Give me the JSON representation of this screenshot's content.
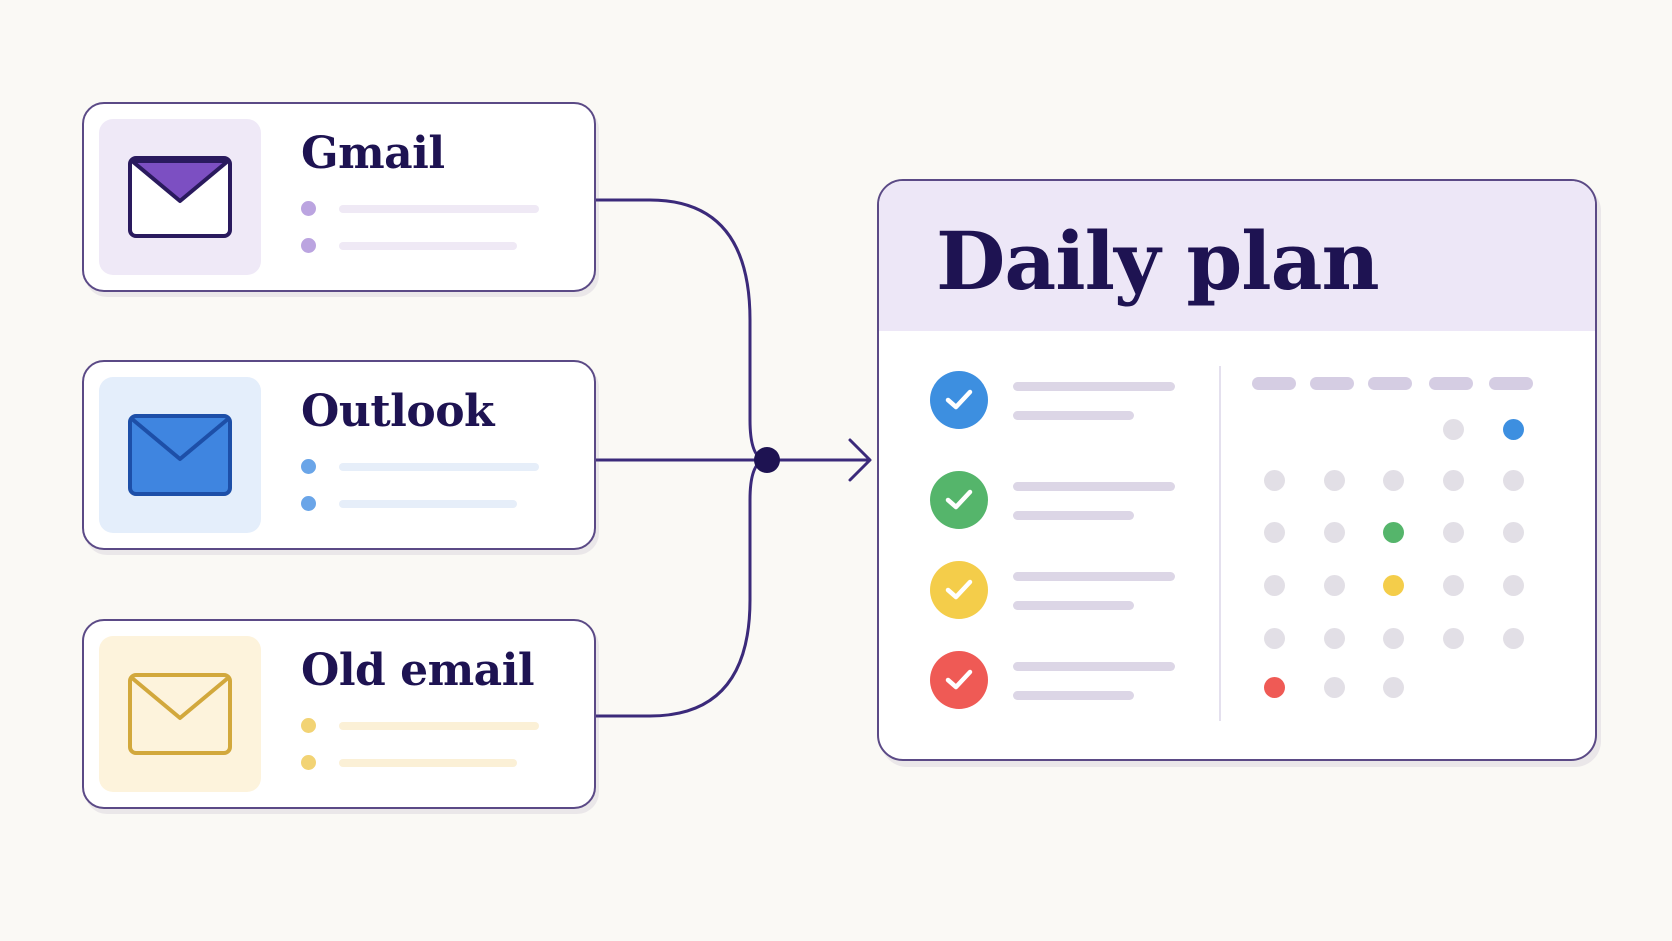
{
  "sources": [
    {
      "title": "Gmail",
      "icon": "gmail-envelope-icon",
      "accent": "#7c4fc2",
      "tile": "#efe9f7",
      "dot": "#bba4e0",
      "bar": "#efe9f5"
    },
    {
      "title": "Outlook",
      "icon": "outlook-envelope-icon",
      "accent": "#2d6cd3",
      "tile": "#e4eefb",
      "dot": "#6aa5e8",
      "bar": "#e6eef9"
    },
    {
      "title": "Old email",
      "icon": "old-email-envelope-icon",
      "accent": "#d2a83c",
      "tile": "#fdf3dc",
      "dot": "#f2d374",
      "bar": "#fbf0d6"
    }
  ],
  "plan": {
    "title": "Daily plan",
    "tasks": [
      {
        "color": "#3d8fe0",
        "status": "done"
      },
      {
        "color": "#55b56b",
        "status": "done"
      },
      {
        "color": "#f4cd4a",
        "status": "done"
      },
      {
        "color": "#ef5a55",
        "status": "done"
      }
    ],
    "calendar": {
      "columns": 5,
      "highlights": [
        {
          "row": 0,
          "col": 4,
          "color": "#3d8fe0"
        },
        {
          "row": 2,
          "col": 2,
          "color": "#55b56b"
        },
        {
          "row": 3,
          "col": 2,
          "color": "#f4cd4a"
        },
        {
          "row": 5,
          "col": 0,
          "color": "#ef5a55"
        }
      ],
      "neutral_color": "#e2dfe6"
    }
  },
  "colors": {
    "ink": "#1e1352",
    "stroke": "#5b4a86",
    "connector": "#3b2a7a",
    "background": "#faf9f5"
  }
}
